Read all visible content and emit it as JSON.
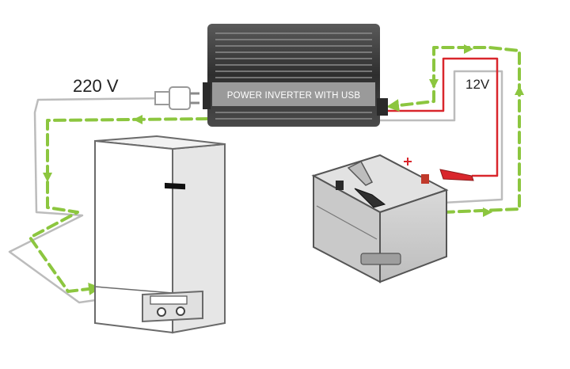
{
  "labels": {
    "voltage_ac": "220 V",
    "voltage_dc": "12V",
    "inverter_text": "POWER INVERTER WITH USB"
  },
  "colors": {
    "flow_arrow": "#8cc63f",
    "positive_wire": "#d9262c",
    "neutral_wire": "#bcbcbc",
    "inverter_body": "#3f3f3f",
    "inverter_label_band": "#9a9a9a"
  },
  "icons": {
    "plug": "plug-icon",
    "battery": "car-battery",
    "boiler": "gas-boiler",
    "inverter": "power-inverter"
  }
}
